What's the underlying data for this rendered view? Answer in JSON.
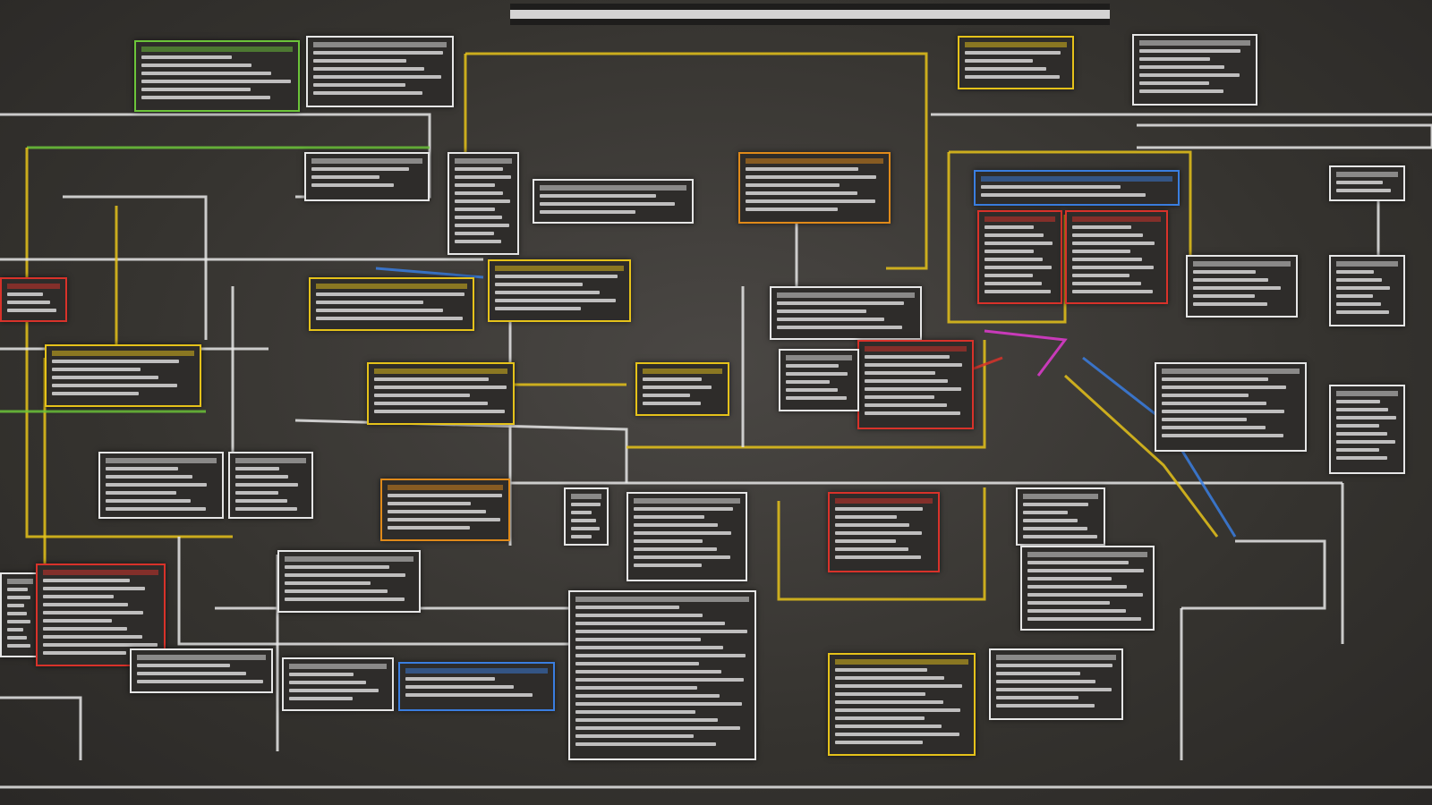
{
  "diagram": {
    "colors": {
      "background": "#3a3836",
      "white": "#e6e6e6",
      "yellow": "#e5c21a",
      "green": "#6cc43a",
      "red": "#d8322a",
      "blue": "#3a7ee0",
      "magenta": "#e03ad0",
      "orange": "#e08a1a"
    },
    "nodes": [
      {
        "border": "green"
      },
      {
        "border": "white"
      },
      {
        "border": "yellow"
      },
      {
        "border": "white"
      },
      {
        "border": "white"
      },
      {
        "border": "white"
      },
      {
        "border": "orange"
      },
      {
        "border": "white"
      },
      {
        "border": "white"
      },
      {
        "border": "blue"
      },
      {
        "border": "red"
      },
      {
        "border": "red"
      },
      {
        "border": "white"
      },
      {
        "border": "white"
      },
      {
        "border": "yellow"
      },
      {
        "border": "yellow"
      },
      {
        "border": "white"
      },
      {
        "border": "yellow"
      },
      {
        "border": "yellow"
      },
      {
        "border": "red"
      },
      {
        "border": "white"
      },
      {
        "border": "white"
      },
      {
        "border": "yellow"
      },
      {
        "border": "white"
      },
      {
        "border": "red"
      },
      {
        "border": "white"
      },
      {
        "border": "white"
      },
      {
        "border": "orange"
      },
      {
        "border": "white"
      },
      {
        "border": "white"
      },
      {
        "border": "red"
      },
      {
        "border": "white"
      },
      {
        "border": "white"
      },
      {
        "border": "white"
      },
      {
        "border": "white"
      },
      {
        "border": "red"
      },
      {
        "border": "white"
      },
      {
        "border": "yellow"
      },
      {
        "border": "white"
      },
      {
        "border": "blue"
      },
      {
        "border": "white"
      },
      {
        "border": "white"
      }
    ]
  }
}
